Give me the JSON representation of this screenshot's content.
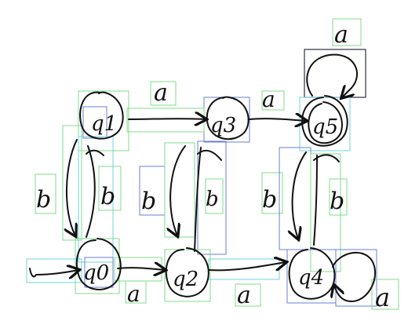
{
  "states": {
    "q1": "q1",
    "q3": "q3",
    "q5": "q5",
    "q0": "q0",
    "q2": "q2",
    "q4": "q4"
  },
  "edge_labels": {
    "q1_q3": "a",
    "q3_q5": "a",
    "q5_loop": "a",
    "q1_q0": "b",
    "q3_q2": "b",
    "q5_q4": "b",
    "q0_q2": "a",
    "q2_q4": "a",
    "q4_loop": "a"
  }
}
